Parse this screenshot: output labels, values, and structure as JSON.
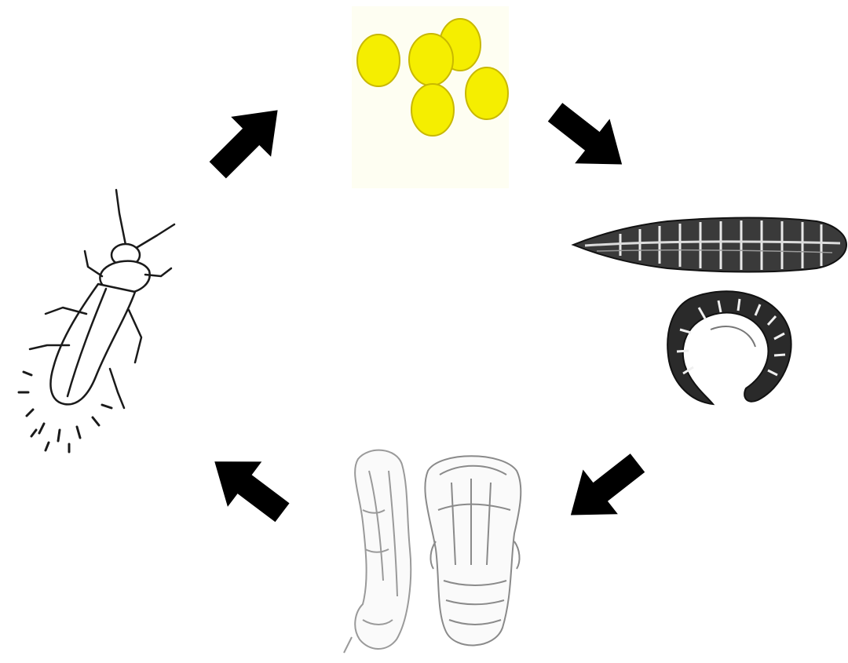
{
  "diagram": {
    "type": "life-cycle",
    "stages": [
      {
        "id": "eggs",
        "icon": "eggs-icon",
        "color": "#f5ee00"
      },
      {
        "id": "larva",
        "icon": "larva-icon",
        "color": "#2b2b2b"
      },
      {
        "id": "pupa",
        "icon": "pupa-icon",
        "color": "#bdbdbd"
      },
      {
        "id": "adult",
        "icon": "firefly-icon",
        "color": "#1a1a1a"
      }
    ],
    "arrows": [
      {
        "from": "eggs",
        "to": "larva"
      },
      {
        "from": "larva",
        "to": "pupa"
      },
      {
        "from": "pupa",
        "to": "adult"
      },
      {
        "from": "adult",
        "to": "eggs"
      }
    ],
    "arrow_color": "#000000"
  }
}
